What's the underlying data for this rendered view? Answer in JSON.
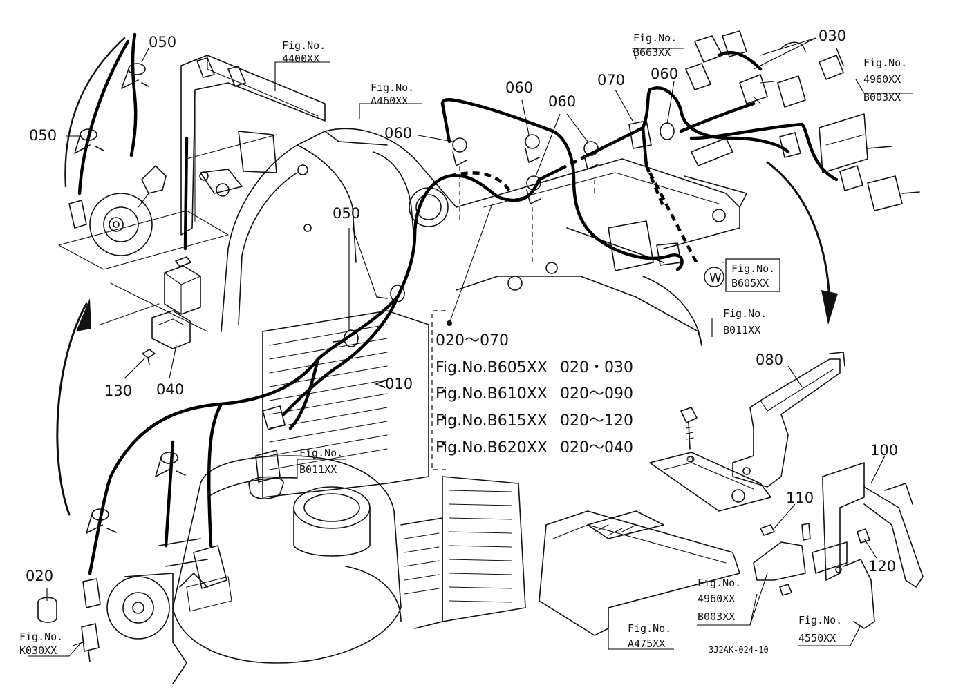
{
  "parts": {
    "p050_top": "050",
    "p050_left": "050",
    "p050_mid": "050",
    "p060_a": "060",
    "p060_b": "060",
    "p060_c": "060",
    "p060_d": "060",
    "p070": "070",
    "p030": "030",
    "p080": "080",
    "p100": "100",
    "p110": "110",
    "p120": "120",
    "p130": "130",
    "p040": "040",
    "p020": "020",
    "p010": "010"
  },
  "figs": {
    "f4400": {
      "label": "Fig.No.",
      "code": "4400XX"
    },
    "fA460": {
      "label": "Fig.No.",
      "code": "A460XX"
    },
    "fB663": {
      "label": "Fig.No.",
      "code": "B663XX"
    },
    "f4960_top": {
      "label": "Fig.No.",
      "code": "4960XX",
      "code2": "B003XX"
    },
    "fB605": {
      "label": "Fig.No.",
      "code": "B605XX",
      "ref": "W"
    },
    "fB011_right": {
      "label": "Fig.No.",
      "code": "B011XX"
    },
    "fB011_mid": {
      "label": "Fig.No.",
      "code": "B011XX"
    },
    "fK030": {
      "label": "Fig.No.",
      "code": "K030XX"
    },
    "fA475": {
      "label": "Fig.No.",
      "code": "A475XX"
    },
    "f4960_bot": {
      "label": "Fig.No.",
      "code": "4960XX",
      "code2": "B003XX"
    },
    "f4550": {
      "label": "Fig.No.",
      "code": "4550XX"
    }
  },
  "table": {
    "head": "020～070",
    "rows": [
      {
        "fig": "Fig.No.B605XX",
        "range": "020・030"
      },
      {
        "fig": "Fig.No.B610XX",
        "range": "020～090"
      },
      {
        "fig": "Fig.No.B615XX",
        "range": "020～120"
      },
      {
        "fig": "Fig.No.B620XX",
        "range": "020～040"
      }
    ]
  },
  "drawing_id": "3J2AK-024-10"
}
